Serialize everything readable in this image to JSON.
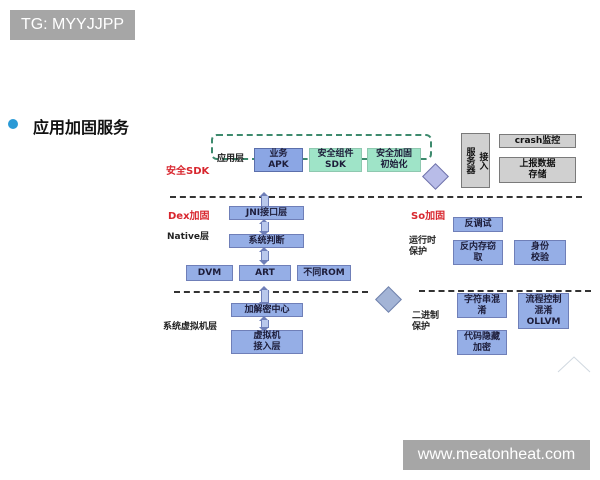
{
  "watermarks": {
    "top_left": "TG: MYYJJPP",
    "bottom_right": "www.meatonheat.com"
  },
  "slide": {
    "title": "应用加固服务",
    "bullet_color": "#2a9ad6"
  },
  "sections": {
    "sdk": {
      "label": "安全SDK",
      "layer_label": "应用层",
      "boxes": [
        {
          "line1": "业务",
          "line2": "APK"
        },
        {
          "line1": "安全组件",
          "line2": "SDK"
        },
        {
          "line1": "安全加固",
          "line2": "初始化"
        }
      ]
    },
    "server": {
      "vertical_label_1": "服务器",
      "vertical_label_2": "接入",
      "boxes": [
        {
          "line1": "crash监控"
        },
        {
          "line1": "上报数据",
          "line2": "存储"
        }
      ]
    },
    "dex": {
      "label": "Dex加固",
      "layer_label": "Native层",
      "jni": "JNI接口层",
      "system_check": "系统判断",
      "runtimes": [
        "DVM",
        "ART",
        "不同ROM"
      ]
    },
    "so": {
      "label": "So加固",
      "runtime_label_1": "运行时",
      "runtime_label_2": "保护",
      "anti_debug": "反调试",
      "anti_memory": {
        "line1": "反内存窃",
        "line2": "取"
      },
      "identity": {
        "line1": "身份",
        "line2": "校验"
      }
    },
    "vm": {
      "layer_label": "系统虚拟机层",
      "crypto_center": "加解密中心",
      "vm_access": {
        "line1": "虚拟机",
        "line2": "接入层"
      }
    },
    "binary": {
      "label_1": "二进制",
      "label_2": "保护",
      "string_obf": {
        "line1": "字符串混",
        "line2": "淆"
      },
      "flow_obf": {
        "line1": "流程控制",
        "line2": "混淆",
        "line3": "OLLVM"
      },
      "code_hide": {
        "line1": "代码隐藏",
        "line2": "加密"
      }
    }
  },
  "colors": {
    "red_label": "#d8262e",
    "blue_box": "#95aee6",
    "green_box": "#9fe4c8",
    "gray_box": "#d0d0d0"
  }
}
